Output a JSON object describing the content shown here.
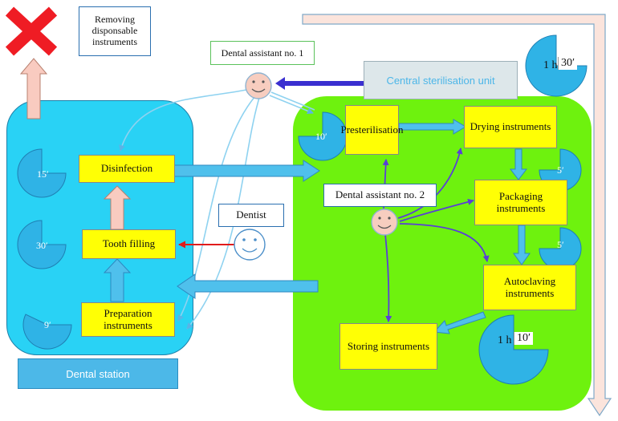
{
  "top_note": {
    "removing": "Removing disponsable instruments"
  },
  "roles": {
    "assistant_1": "Dental assistant no. 1",
    "assistant_2": "Dental assistant no. 2",
    "dentist": "Dentist"
  },
  "zones": {
    "central_unit": "Central sterilisation unit",
    "dental_station": "Dental station"
  },
  "dental_steps": {
    "disinfection": "Disinfection",
    "tooth_filling": "Tooth filling",
    "preparation": "Preparation instruments"
  },
  "steri_steps": {
    "presterilisation": "Presterilisation",
    "drying": "Drying instruments",
    "packaging": "Packaging instruments",
    "autoclaving": "Autoclaving instruments",
    "storing": "Storing instruments"
  },
  "times": {
    "disinfection": "15′",
    "tooth_filling": "30′",
    "preparation": "9′",
    "presterilisation": "10′",
    "drying": "5′",
    "packaging": "5′",
    "autoclaving_h": "1 h",
    "autoclaving_m": "10′",
    "total_h": "1 h",
    "total_m": "30′"
  },
  "colors": {
    "dental_zone": "#29d2f5",
    "steri_zone": "#6ef20e",
    "step_box": "#ffff05",
    "pie": "#2fb3e6",
    "arrow_blue": "#4fc0ec",
    "arrow_peach": "#f9cbc0",
    "arrow_purple": "#5a3fd6",
    "arrow_red": "#e11b1b",
    "cross": "#ef1c24"
  }
}
